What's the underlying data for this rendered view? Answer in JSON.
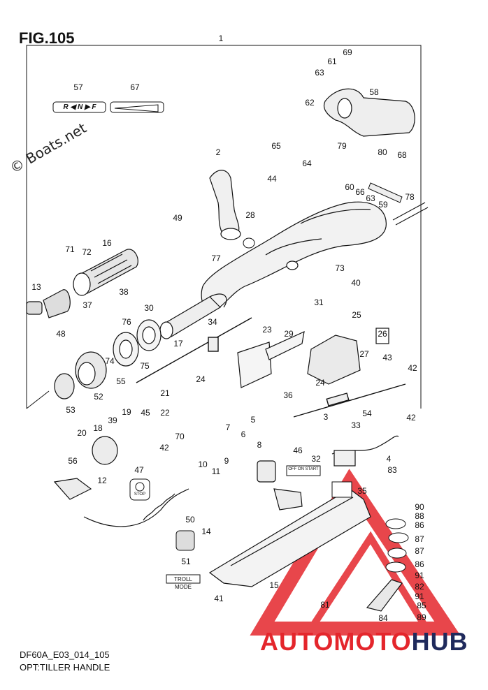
{
  "figure": {
    "title": "FIG.105",
    "code": "DF60A_E03_014_105",
    "subtitle": "OPT:TILLER HANDLE",
    "watermark": "© Boats.net",
    "brand": {
      "part1": "AUTOMOTO",
      "part2": "HUB",
      "red": "#e4262c",
      "navy": "#1f2a5c"
    }
  },
  "decals": {
    "shift": "R ◀ N ▶ F",
    "troll": "TROLL MODE",
    "stop": "STOP",
    "switch_labels": "OFF ON START"
  },
  "callouts": [
    {
      "id": "c1",
      "label": "1"
    },
    {
      "id": "c2",
      "label": "2"
    },
    {
      "id": "c3",
      "label": "3"
    },
    {
      "id": "c4",
      "label": "4"
    },
    {
      "id": "c5",
      "label": "5"
    },
    {
      "id": "c6",
      "label": "6"
    },
    {
      "id": "c7",
      "label": "7"
    },
    {
      "id": "c8",
      "label": "8"
    },
    {
      "id": "c9",
      "label": "9"
    },
    {
      "id": "c10",
      "label": "10"
    },
    {
      "id": "c11",
      "label": "11"
    },
    {
      "id": "c12",
      "label": "12"
    },
    {
      "id": "c13",
      "label": "13"
    },
    {
      "id": "c14",
      "label": "14"
    },
    {
      "id": "c15",
      "label": "15"
    },
    {
      "id": "c16",
      "label": "16"
    },
    {
      "id": "c17",
      "label": "17"
    },
    {
      "id": "c18",
      "label": "18"
    },
    {
      "id": "c19",
      "label": "19"
    },
    {
      "id": "c20",
      "label": "20"
    },
    {
      "id": "c21",
      "label": "21"
    },
    {
      "id": "c22",
      "label": "22"
    },
    {
      "id": "c23",
      "label": "23"
    },
    {
      "id": "c24a",
      "label": "24"
    },
    {
      "id": "c24b",
      "label": "24"
    },
    {
      "id": "c25",
      "label": "25"
    },
    {
      "id": "c26",
      "label": "26"
    },
    {
      "id": "c27",
      "label": "27"
    },
    {
      "id": "c28",
      "label": "28"
    },
    {
      "id": "c29",
      "label": "29"
    },
    {
      "id": "c30",
      "label": "30"
    },
    {
      "id": "c31",
      "label": "31"
    },
    {
      "id": "c32",
      "label": "32"
    },
    {
      "id": "c33",
      "label": "33"
    },
    {
      "id": "c34",
      "label": "34"
    },
    {
      "id": "c35",
      "label": "35"
    },
    {
      "id": "c36",
      "label": "36"
    },
    {
      "id": "c37",
      "label": "37"
    },
    {
      "id": "c38",
      "label": "38"
    },
    {
      "id": "c39",
      "label": "39"
    },
    {
      "id": "c40",
      "label": "40"
    },
    {
      "id": "c41",
      "label": "41"
    },
    {
      "id": "c42a",
      "label": "42"
    },
    {
      "id": "c42b",
      "label": "42"
    },
    {
      "id": "c42c",
      "label": "42"
    },
    {
      "id": "c43",
      "label": "43"
    },
    {
      "id": "c44",
      "label": "44"
    },
    {
      "id": "c45",
      "label": "45"
    },
    {
      "id": "c46",
      "label": "46"
    },
    {
      "id": "c47",
      "label": "47"
    },
    {
      "id": "c48",
      "label": "48"
    },
    {
      "id": "c49",
      "label": "49"
    },
    {
      "id": "c50",
      "label": "50"
    },
    {
      "id": "c51",
      "label": "51"
    },
    {
      "id": "c52",
      "label": "52"
    },
    {
      "id": "c53",
      "label": "53"
    },
    {
      "id": "c54",
      "label": "54"
    },
    {
      "id": "c55",
      "label": "55"
    },
    {
      "id": "c56",
      "label": "56"
    },
    {
      "id": "c57",
      "label": "57"
    },
    {
      "id": "c58",
      "label": "58"
    },
    {
      "id": "c59",
      "label": "59"
    },
    {
      "id": "c60",
      "label": "60"
    },
    {
      "id": "c61",
      "label": "61"
    },
    {
      "id": "c62",
      "label": "62"
    },
    {
      "id": "c63a",
      "label": "63"
    },
    {
      "id": "c63b",
      "label": "63"
    },
    {
      "id": "c64",
      "label": "64"
    },
    {
      "id": "c65",
      "label": "65"
    },
    {
      "id": "c66",
      "label": "66"
    },
    {
      "id": "c67",
      "label": "67"
    },
    {
      "id": "c68",
      "label": "68"
    },
    {
      "id": "c69",
      "label": "69"
    },
    {
      "id": "c70",
      "label": "70"
    },
    {
      "id": "c71",
      "label": "71"
    },
    {
      "id": "c72",
      "label": "72"
    },
    {
      "id": "c73",
      "label": "73"
    },
    {
      "id": "c74",
      "label": "74"
    },
    {
      "id": "c75",
      "label": "75"
    },
    {
      "id": "c76",
      "label": "76"
    },
    {
      "id": "c77",
      "label": "77"
    },
    {
      "id": "c78",
      "label": "78"
    },
    {
      "id": "c79",
      "label": "79"
    },
    {
      "id": "c80",
      "label": "80"
    },
    {
      "id": "c81",
      "label": "81"
    },
    {
      "id": "c82",
      "label": "82"
    },
    {
      "id": "c83",
      "label": "83"
    },
    {
      "id": "c84",
      "label": "84"
    },
    {
      "id": "c85",
      "label": "85"
    },
    {
      "id": "c86a",
      "label": "86"
    },
    {
      "id": "c86b",
      "label": "86"
    },
    {
      "id": "c87a",
      "label": "87"
    },
    {
      "id": "c87b",
      "label": "87"
    },
    {
      "id": "c88",
      "label": "88"
    },
    {
      "id": "c89",
      "label": "89"
    },
    {
      "id": "c90",
      "label": "90"
    },
    {
      "id": "c91a",
      "label": "91"
    },
    {
      "id": "c91b",
      "label": "91"
    }
  ]
}
